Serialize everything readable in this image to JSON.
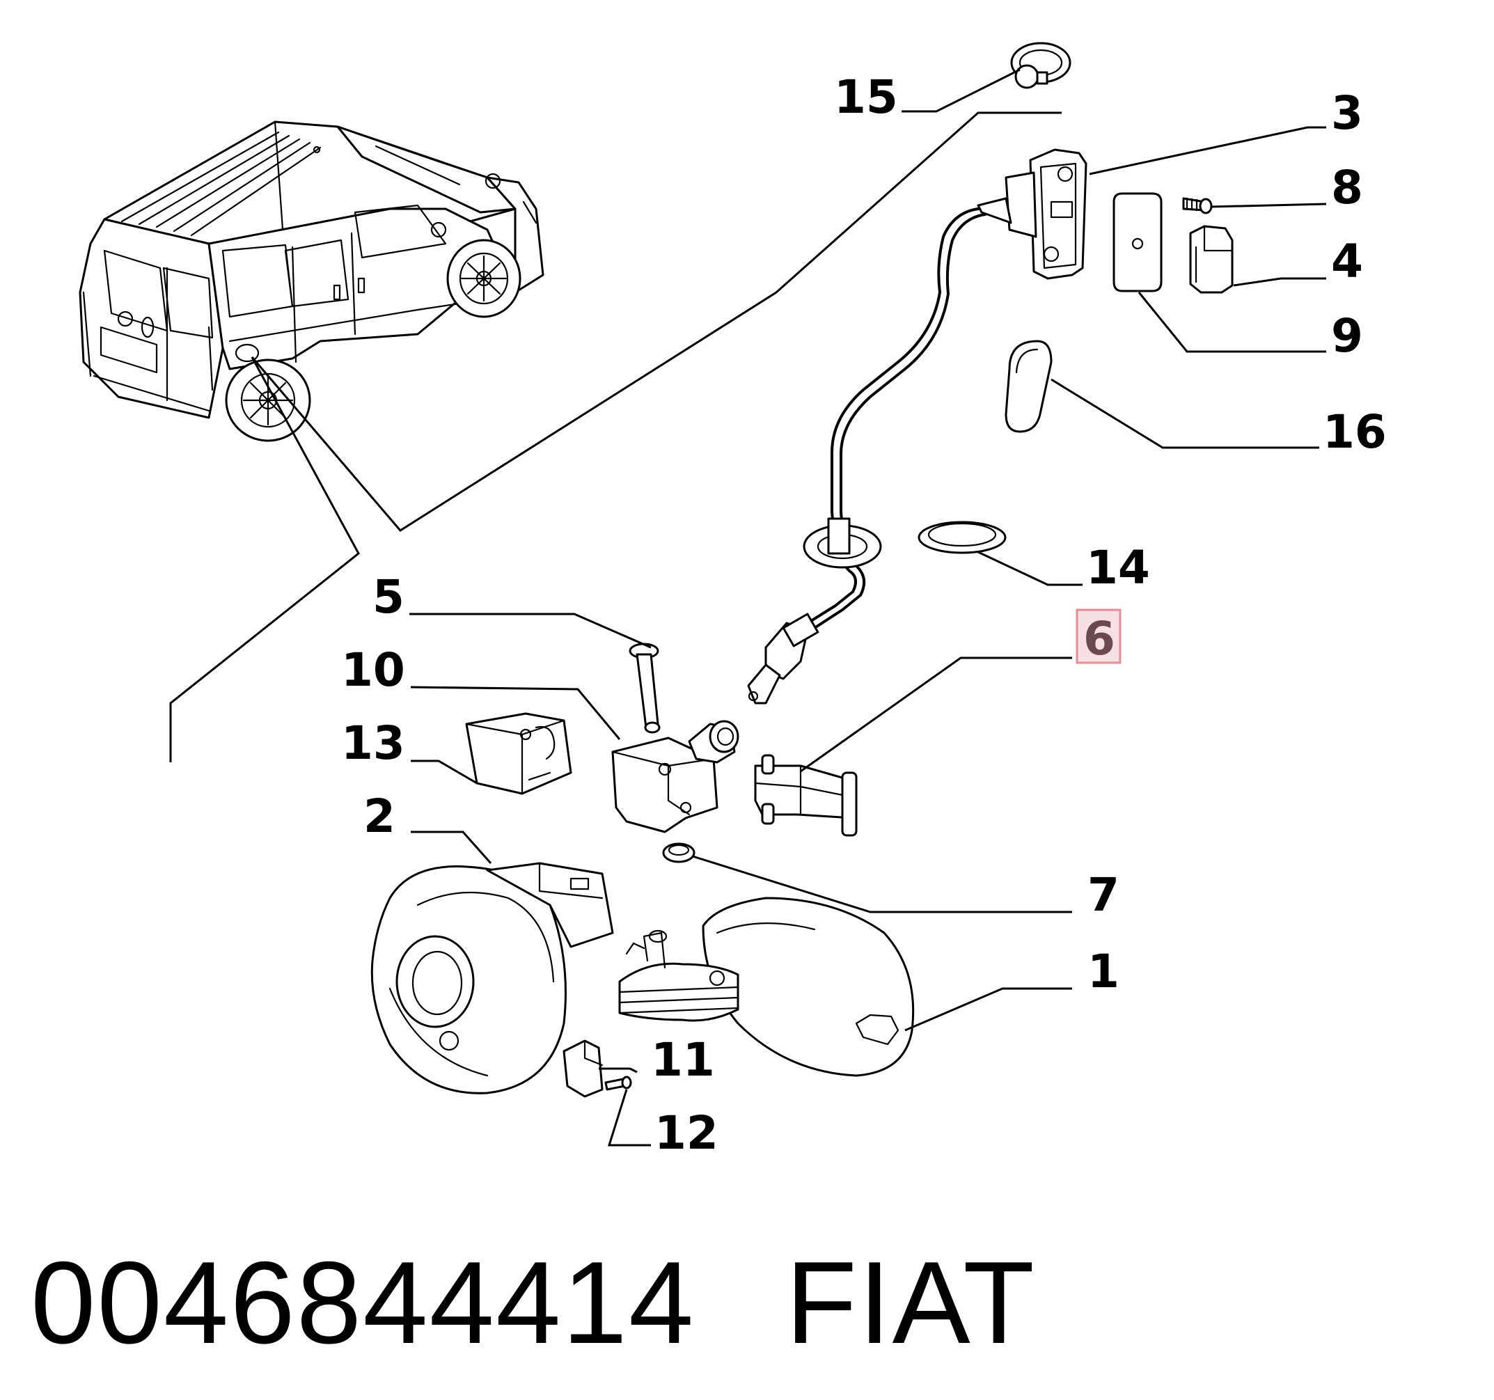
{
  "callouts": [
    {
      "id": "15",
      "label": "15"
    },
    {
      "id": "3",
      "label": "3"
    },
    {
      "id": "8",
      "label": "8"
    },
    {
      "id": "4",
      "label": "4"
    },
    {
      "id": "9",
      "label": "9"
    },
    {
      "id": "16",
      "label": "16"
    },
    {
      "id": "14",
      "label": "14"
    },
    {
      "id": "6",
      "label": "6",
      "highlighted": true
    },
    {
      "id": "5",
      "label": "5"
    },
    {
      "id": "10",
      "label": "10"
    },
    {
      "id": "13",
      "label": "13"
    },
    {
      "id": "2",
      "label": "2"
    },
    {
      "id": "7",
      "label": "7"
    },
    {
      "id": "1",
      "label": "1"
    },
    {
      "id": "11",
      "label": "11"
    },
    {
      "id": "12",
      "label": "12"
    }
  ],
  "footer": {
    "part_number": "0046844414",
    "brand": "FIAT"
  },
  "colors": {
    "highlight_border": "#e58c96",
    "highlight_fill": "#f6e0e2",
    "highlight_text": "#6a4a50"
  }
}
